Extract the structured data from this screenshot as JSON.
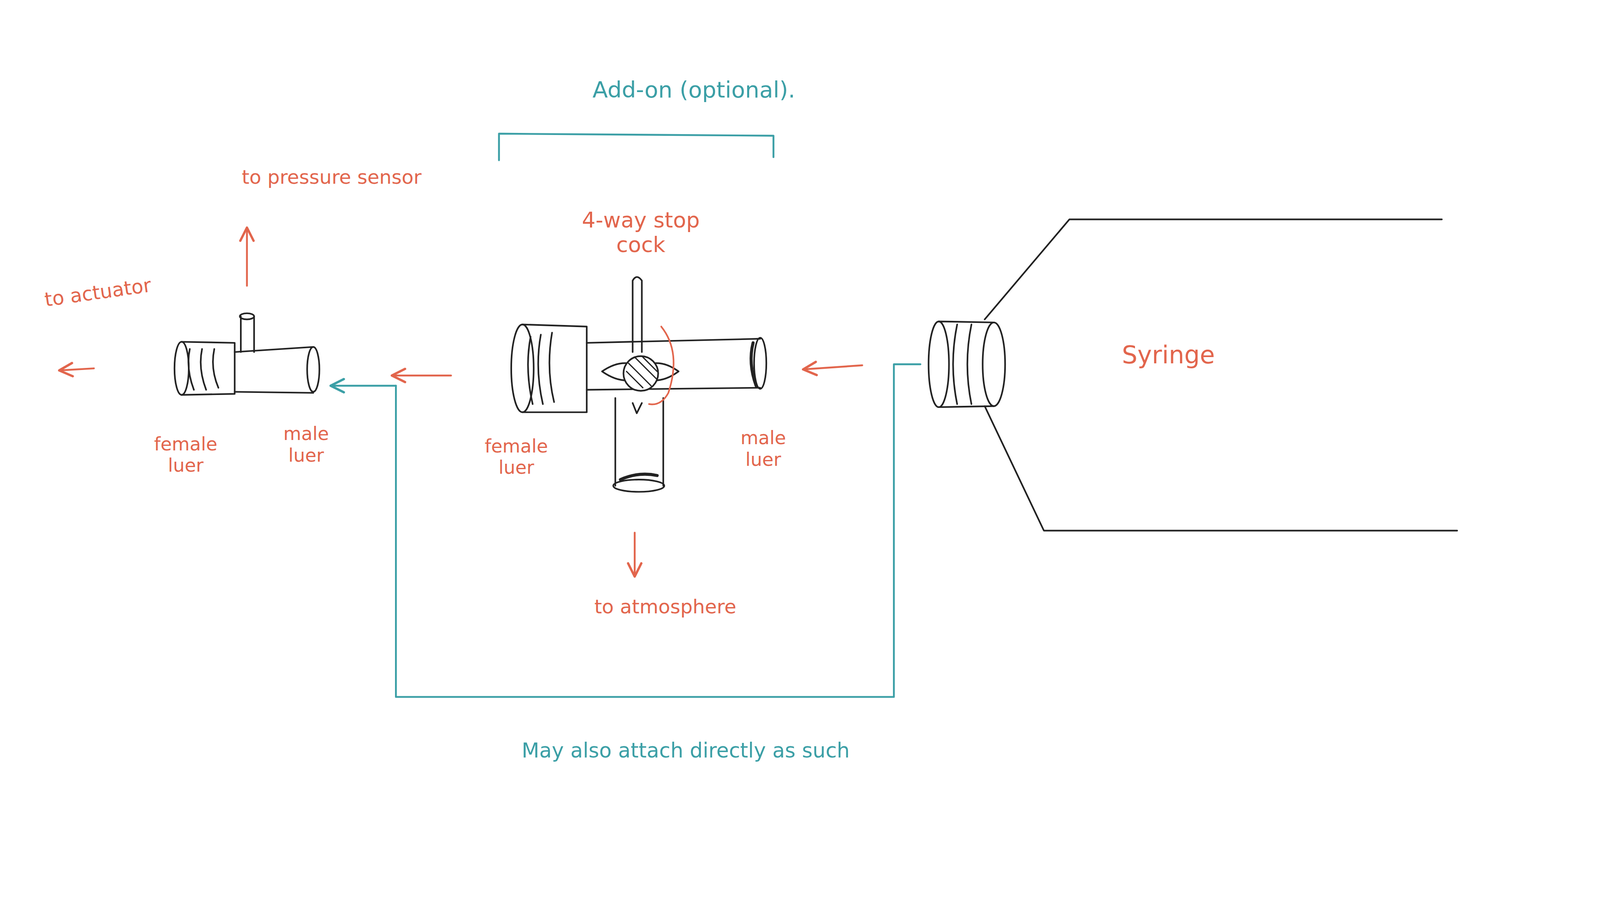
{
  "diagram": {
    "nodes": [
      {
        "text": [
          "Syringe"
        ]
      }
    ],
    "edges": [],
    "labels": [
      "Add-on (optional).",
      "to pressure sensor",
      "to actuator",
      "4-way stop cock",
      "female luer",
      "male luer",
      "female luer",
      "male luer",
      "to atmosphere",
      "May also attach directly as such"
    ]
  }
}
